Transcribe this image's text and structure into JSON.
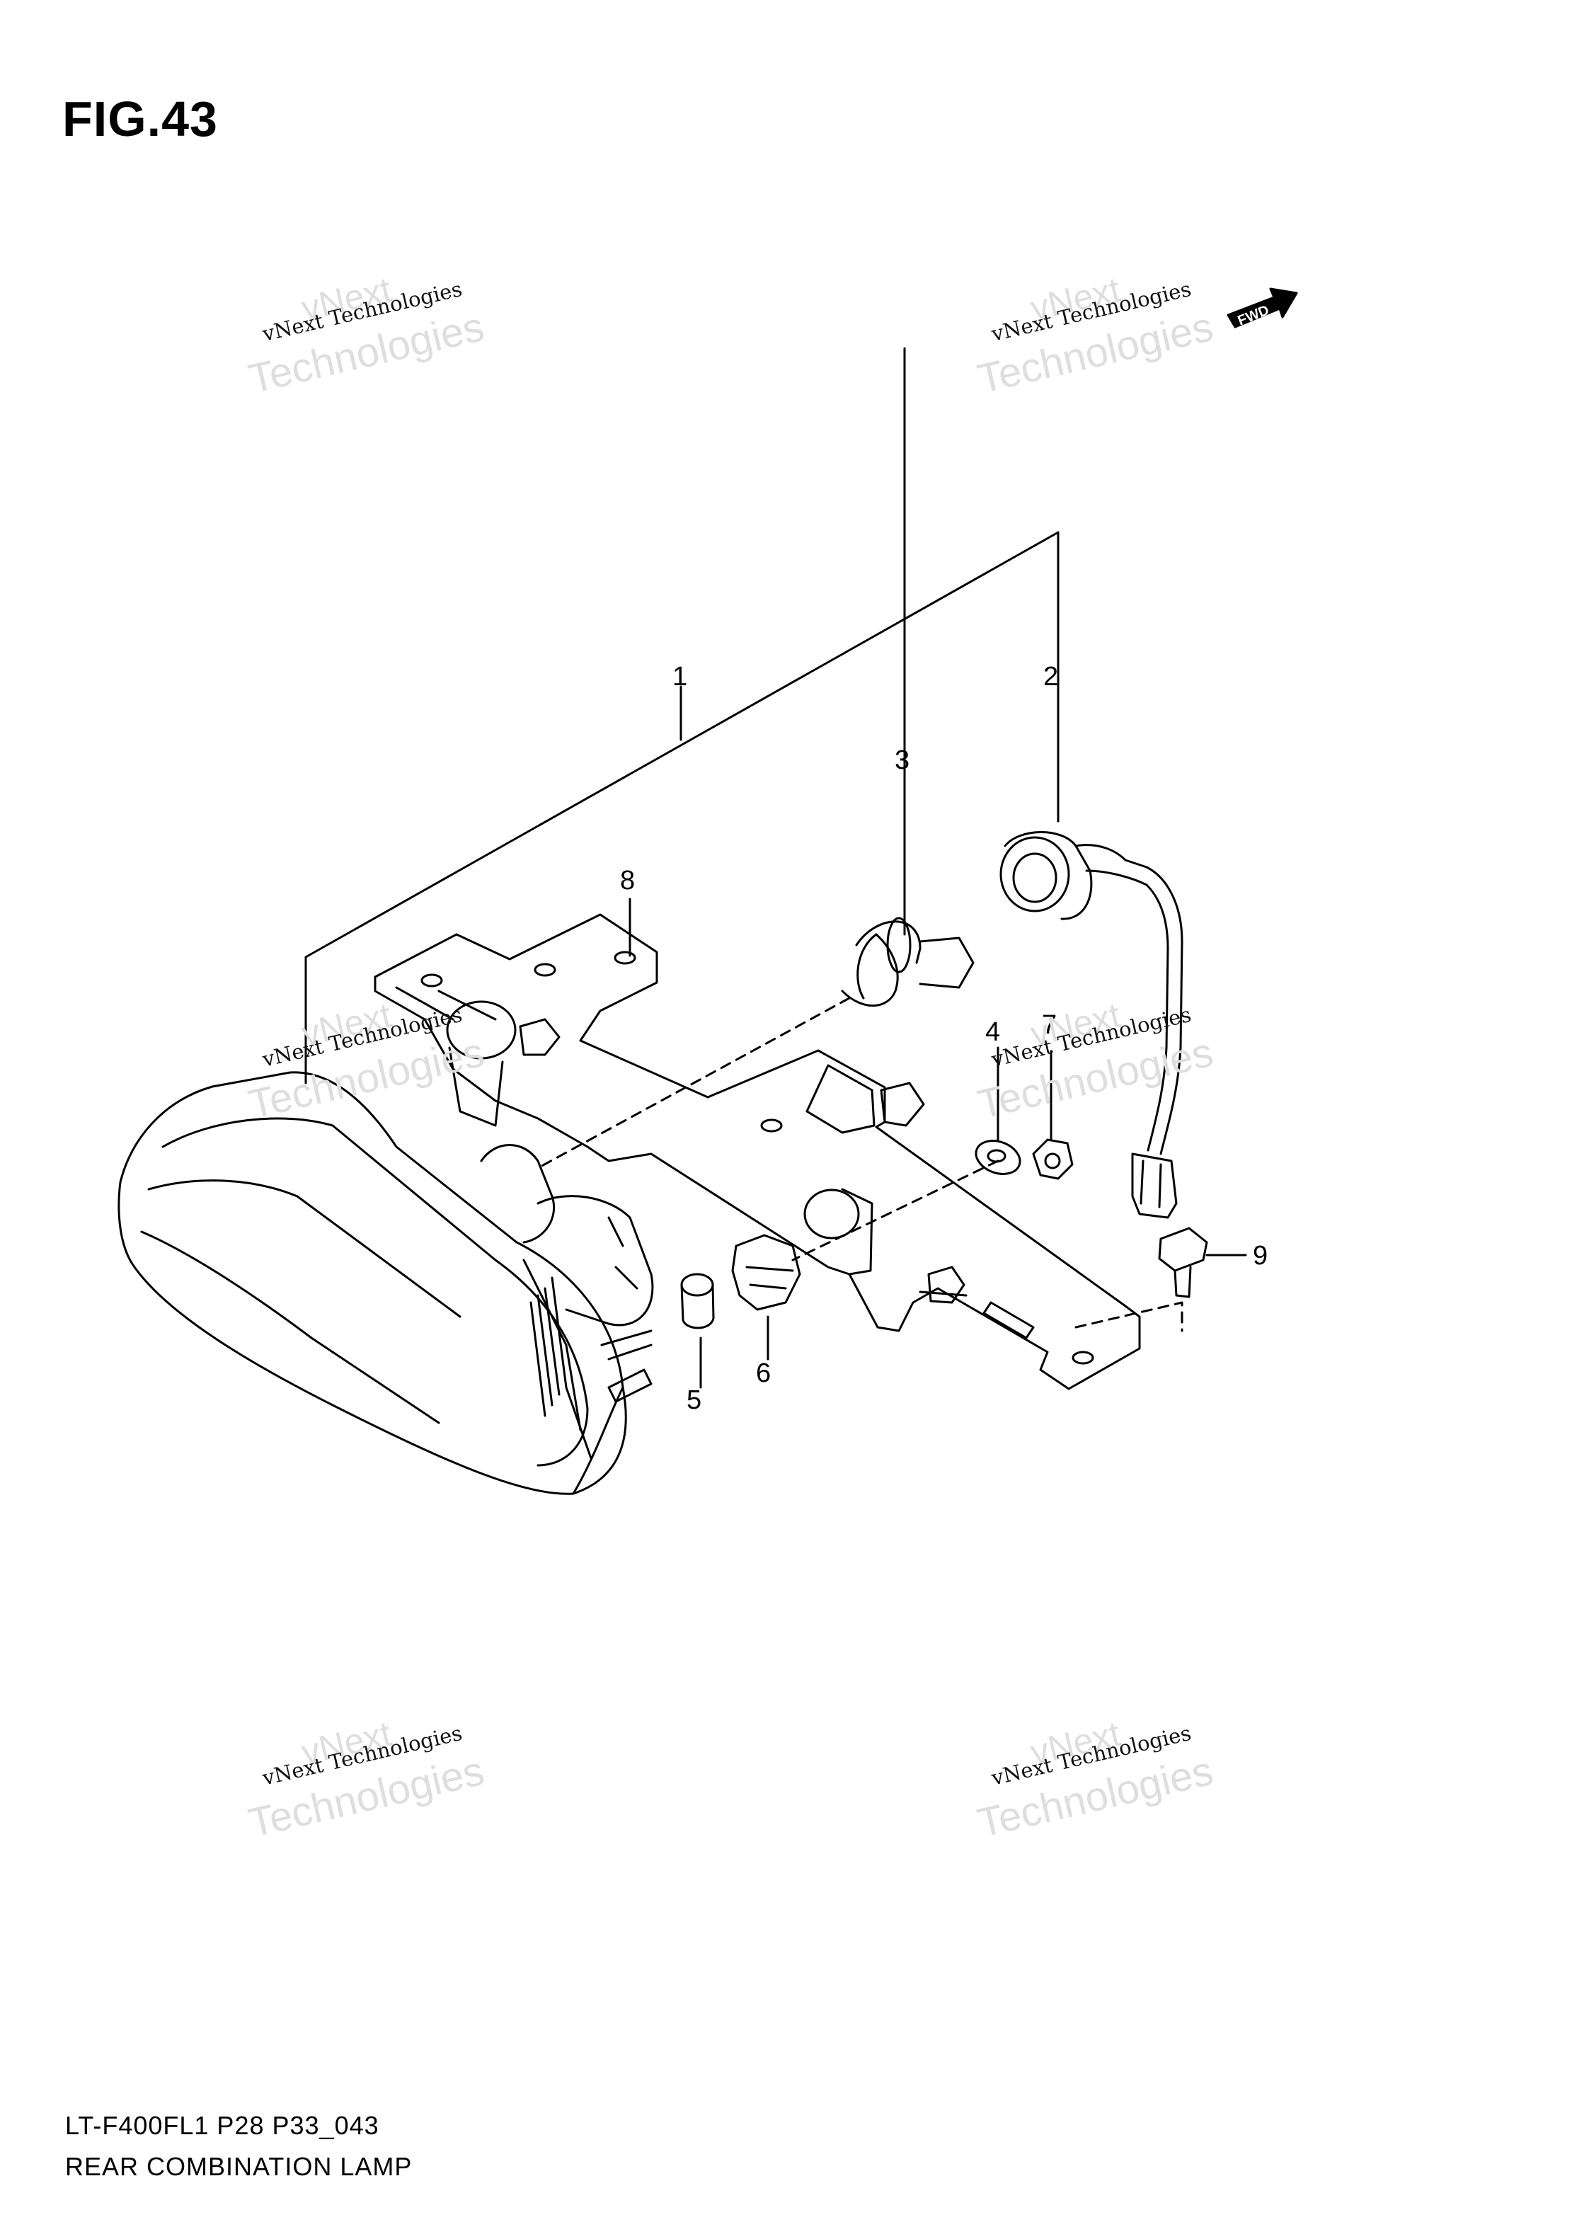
{
  "figure": {
    "title": "FIG.43",
    "footer_code": "LT-F400FL1 P28 P33_043",
    "footer_name": "REAR COMBINATION LAMP"
  },
  "fwd_arrow": {
    "label": "FWD"
  },
  "watermarks": [
    {
      "small": "vNext",
      "main": "vNext Technologies",
      "large": "Technologies"
    },
    {
      "small": "vNext",
      "main": "vNext Technologies",
      "large": "Technologies"
    },
    {
      "small": "vNext",
      "main": "vNext Technologies",
      "large": "Technologies"
    },
    {
      "small": "vNext",
      "main": "vNext Technologies",
      "large": "Technologies"
    },
    {
      "small": "vNext",
      "main": "vNext Technologies",
      "large": "Technologies"
    },
    {
      "small": "vNext",
      "main": "vNext Technologies",
      "large": "Technologies"
    }
  ],
  "callouts": [
    {
      "number": "1"
    },
    {
      "number": "2"
    },
    {
      "number": "3"
    },
    {
      "number": "4"
    },
    {
      "number": "5"
    },
    {
      "number": "6"
    },
    {
      "number": "7"
    },
    {
      "number": "8"
    },
    {
      "number": "9"
    }
  ],
  "colors": {
    "line": "#000000",
    "watermark": "#dedede"
  }
}
